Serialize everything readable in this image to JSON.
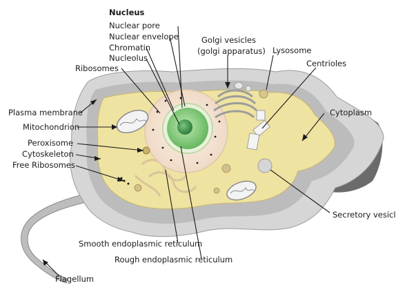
{
  "diagram": {
    "nucleus_heading": "Nucleus",
    "labels": {
      "nuclear_pore": "Nuclear pore",
      "nuclear_envelope": "Nuclear envelope",
      "chromatin": "Chromatin",
      "nucleolus": "Nucleolus",
      "ribosomes": "Ribosomes",
      "golgi_line1": "Golgi vesicles",
      "golgi_line2": "(golgi apparatus)",
      "lysosome": "Lysosome",
      "centrioles": "Centrioles",
      "plasma_membrane": "Plasma membrane",
      "mitochondrion": "Mitochondrion",
      "peroxisome": "Peroxisome",
      "cytoskeleton": "Cytoskeleton",
      "free_ribosomes": "Free Ribosomes",
      "cytoplasm": "Cytoplasm",
      "secretory_vesicle": "Secretory vesicle",
      "smooth_er": "Smooth endoplasmic reticulum",
      "rough_er": "Rough endoplasmic reticulum",
      "flagellum": "Flagellum"
    },
    "colors": {
      "membrane_light": "#d9d9d9",
      "membrane_mid": "#a6a6a6",
      "membrane_dark": "#6e6e6e",
      "cytoplasm": "#efe3a1",
      "cytoplasm_edge": "#c9b66a",
      "nucleus_halo": "#f6e7da",
      "nucleus_green": "#8fcf7f",
      "nucleolus": "#3f9a55",
      "er_tan": "#e9d7b8"
    }
  }
}
